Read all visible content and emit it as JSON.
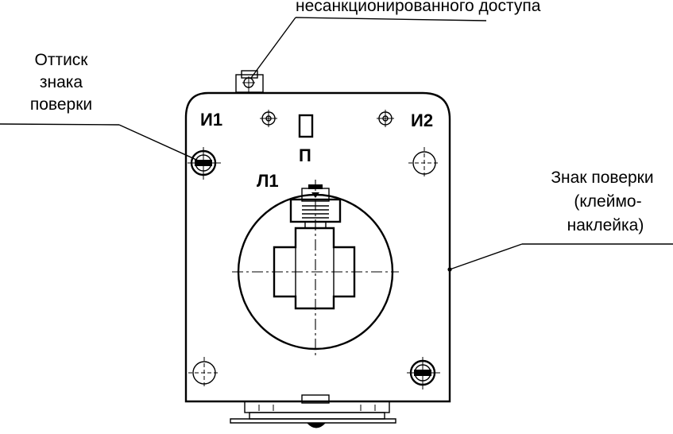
{
  "callouts": {
    "seal_top": "несанкционированного доступа",
    "imprint_line1": "Оттиск",
    "imprint_line2": "знака",
    "imprint_line3": "поверки",
    "sticker_line1": "Знак поверки",
    "sticker_line2": "(клеймо-",
    "sticker_line3": "наклейка)"
  },
  "terminals": {
    "i1": "И1",
    "i2": "И2",
    "l1": "Л1",
    "p": "П"
  }
}
